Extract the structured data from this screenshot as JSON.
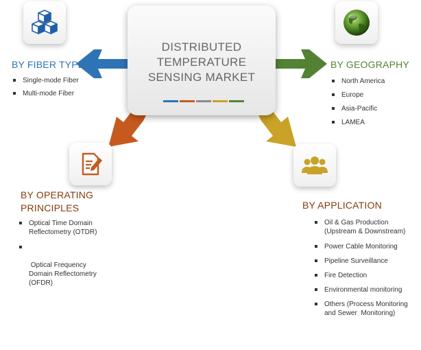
{
  "center": {
    "lines": [
      "DISTRIBUTED",
      "TEMPERATURE",
      "SENSING MARKET"
    ],
    "bar_colors": [
      "#2e74b5",
      "#c65a1e",
      "#8a8a8a",
      "#c9a227",
      "#548235"
    ]
  },
  "fiber": {
    "title": "BY FIBER TYPE",
    "color": "#2e74b5",
    "icon": "cubes-icon",
    "items": [
      "Single-mode Fiber",
      "Multi-mode Fiber"
    ]
  },
  "geography": {
    "title": "BY GEOGRAPHY",
    "color": "#548235",
    "icon": "globe-icon",
    "items": [
      "North America",
      "Europe",
      "Asia-Pacific",
      "LAMEA"
    ]
  },
  "operating": {
    "title_lines": [
      "BY OPERATING",
      "PRINCIPLES"
    ],
    "color": "#843c0c",
    "icon": "document-pen-icon",
    "items": [
      [
        "Optical Time Domain",
        "Reflectometry  (OTDR)"
      ],
      [
        " Optical Frequency",
        "Domain Reflectometry",
        "(OFDR)"
      ]
    ]
  },
  "application": {
    "title": "BY APPLICATION",
    "color": "#843c0c",
    "icon": "people-icon",
    "items": [
      [
        "Oil & Gas Production",
        "(Upstream & Downstream)"
      ],
      [
        "Power Cable Monitoring"
      ],
      [
        "Pipeline Surveillance"
      ],
      [
        "Fire Detection"
      ],
      [
        "Environmental monitoring"
      ],
      [
        "Others (Process Monitoring",
        "and Sewer  Monitoring)"
      ]
    ]
  }
}
